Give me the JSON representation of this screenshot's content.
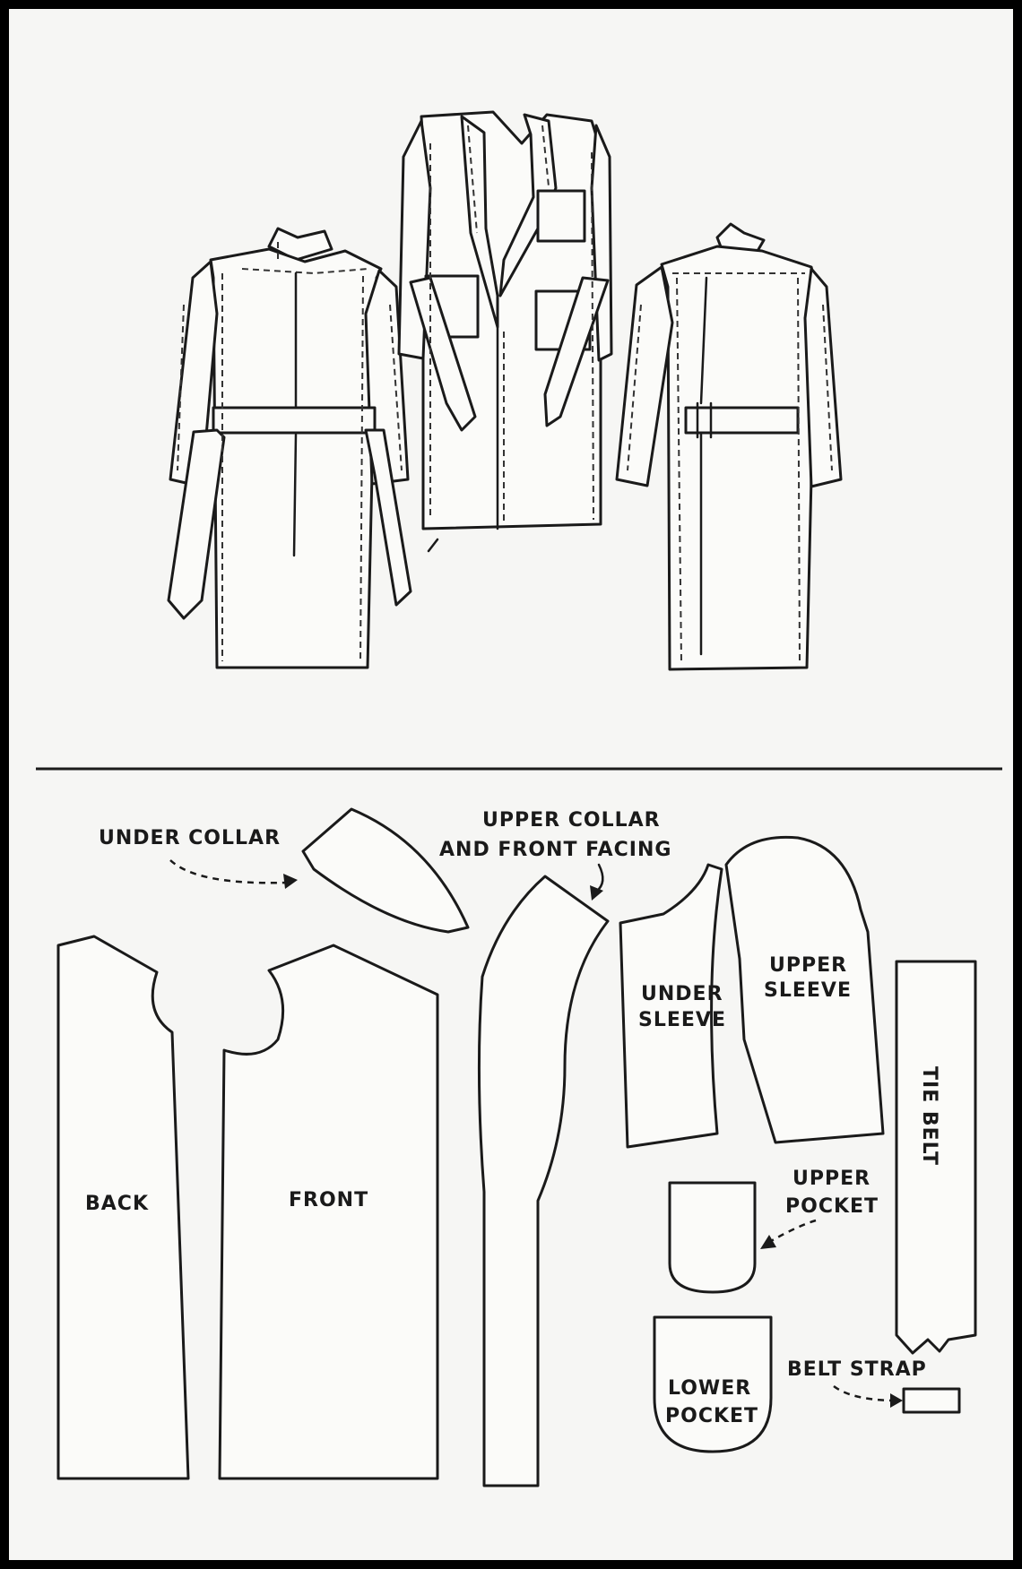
{
  "labels": {
    "under_collar": "UNDER COLLAR",
    "upper_collar_l1": "UPPER COLLAR",
    "upper_collar_l2": "AND FRONT FACING",
    "under_sleeve_l1": "UNDER",
    "under_sleeve_l2": "SLEEVE",
    "upper_sleeve_l1": "UPPER",
    "upper_sleeve_l2": "SLEEVE",
    "tie_belt": "TIE BELT",
    "back": "BACK",
    "front": "FRONT",
    "upper_pocket_l1": "UPPER",
    "upper_pocket_l2": "POCKET",
    "lower_pocket_l1": "LOWER",
    "lower_pocket_l2": "POCKET",
    "belt_strap": "BELT STRAP"
  },
  "colors": {
    "ink": "#1a1a1a",
    "paper": "#f6f6f4",
    "frame": "#000000"
  }
}
